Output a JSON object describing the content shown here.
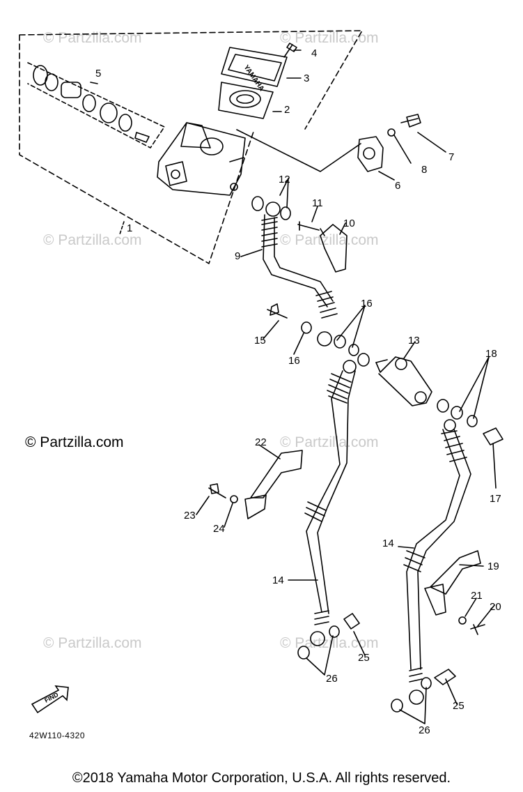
{
  "watermark": "© Partzilla.com",
  "watermark_main": "© Partzilla.com",
  "diagram_code": "42W110-4320",
  "find_label": "FIND",
  "brand_lettering": "YAMAHA",
  "copyright": "©2018 Yamaha Motor Corporation, U.S.A. All rights reserved.",
  "callouts": [
    "1",
    "2",
    "3",
    "4",
    "5",
    "6",
    "7",
    "8",
    "9",
    "10",
    "11",
    "12",
    "13",
    "14",
    "15",
    "16",
    "17",
    "18",
    "19",
    "20",
    "21",
    "22",
    "23",
    "24",
    "25",
    "26"
  ],
  "callout_repeat": {
    "n14b": "14",
    "n16b": "16",
    "n25b": "25",
    "n26b": "26"
  }
}
